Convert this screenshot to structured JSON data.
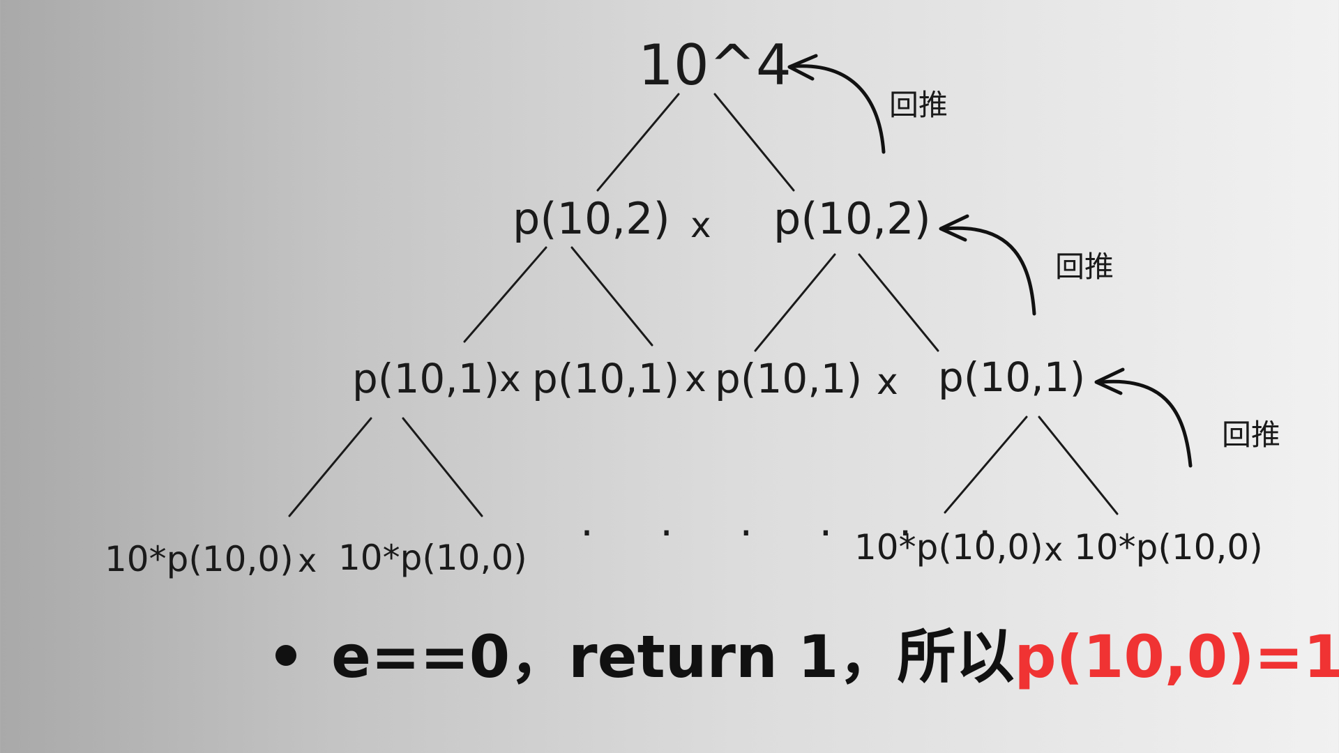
{
  "colors": {
    "text": "#1a1a1a",
    "highlight": "#f03333"
  },
  "tree": {
    "root": "10^4",
    "level1": {
      "left": "p(10,2)",
      "op": "x",
      "right": "p(10,2)"
    },
    "level2": {
      "n1": "p(10,1)",
      "op1": "x",
      "n2": "p(10,1)",
      "op2": "x",
      "n3": "p(10,1)",
      "op3": "x",
      "n4": "p(10,1)"
    },
    "leaves": {
      "left_a": "10*p(10,0)",
      "left_op": "x",
      "left_b": "10*p(10,0)",
      "ellipsis": "· · · · · ·",
      "right_a": "10*p(10,0)",
      "right_op": "x",
      "right_b": "10*p(10,0)"
    }
  },
  "back_labels": [
    "回推",
    "回推",
    "回推"
  ],
  "note": {
    "prefix": "e==0，return 1，所以",
    "highlight": "p(10,0)=1"
  }
}
